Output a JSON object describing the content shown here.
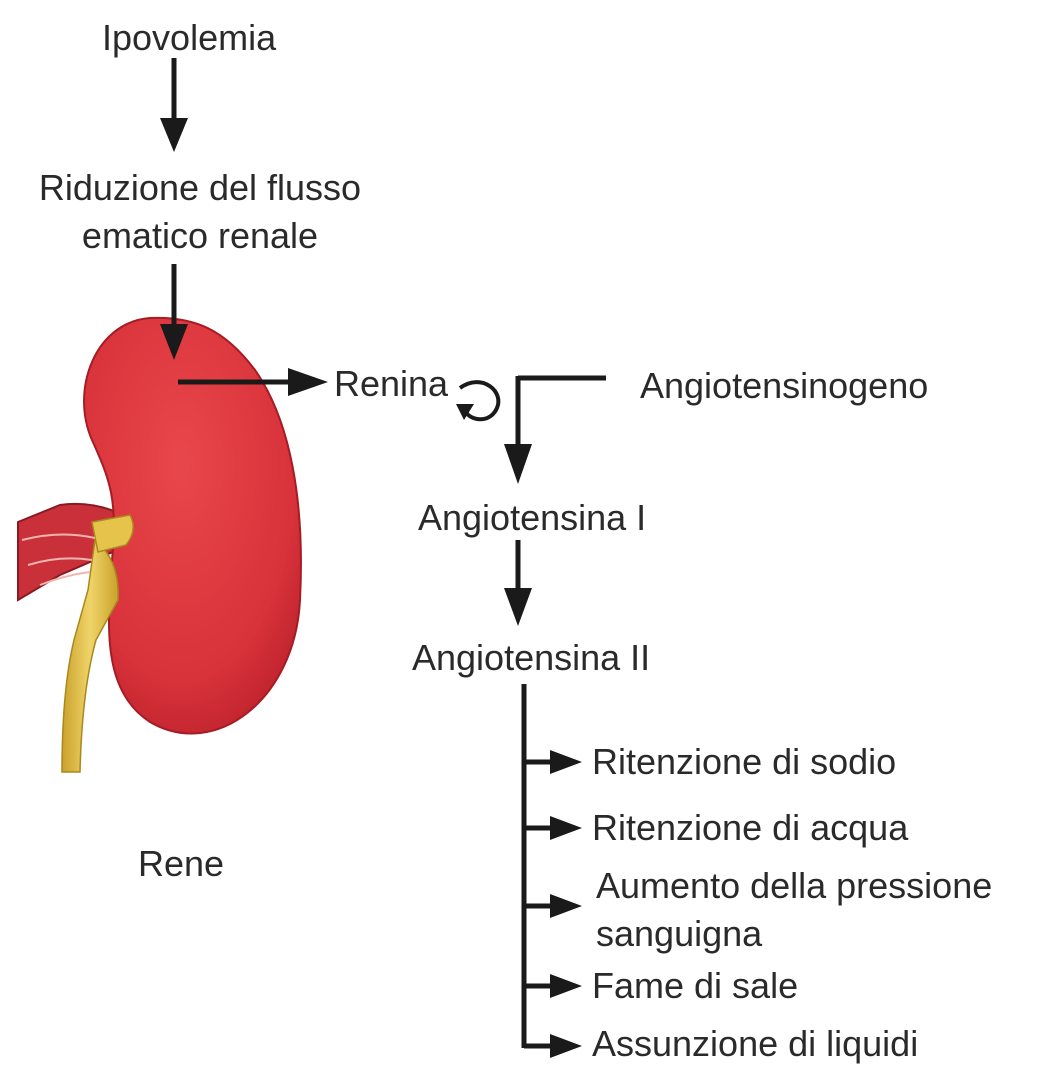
{
  "flow": {
    "ipovolemia": "Ipovolemia",
    "riduzione_1": "Riduzione del flusso",
    "riduzione_2": "ematico renale",
    "renina": "Renina",
    "angiotensinogeno": "Angiotensinogeno",
    "angiotensina_1": "Angiotensina I",
    "angiotensina_2": "Angiotensina II",
    "rene": "Rene"
  },
  "effects": [
    "Ritenzione di sodio",
    "Ritenzione di acqua",
    "Aumento della pressione",
    "sanguigna",
    "Fame di sale",
    "Assunzione di liquidi"
  ],
  "colors": {
    "kidney": "#d8323a",
    "kidney_dark": "#b81f2a",
    "ureter": "#e4c24a",
    "arrow": "#1a1a1a"
  }
}
